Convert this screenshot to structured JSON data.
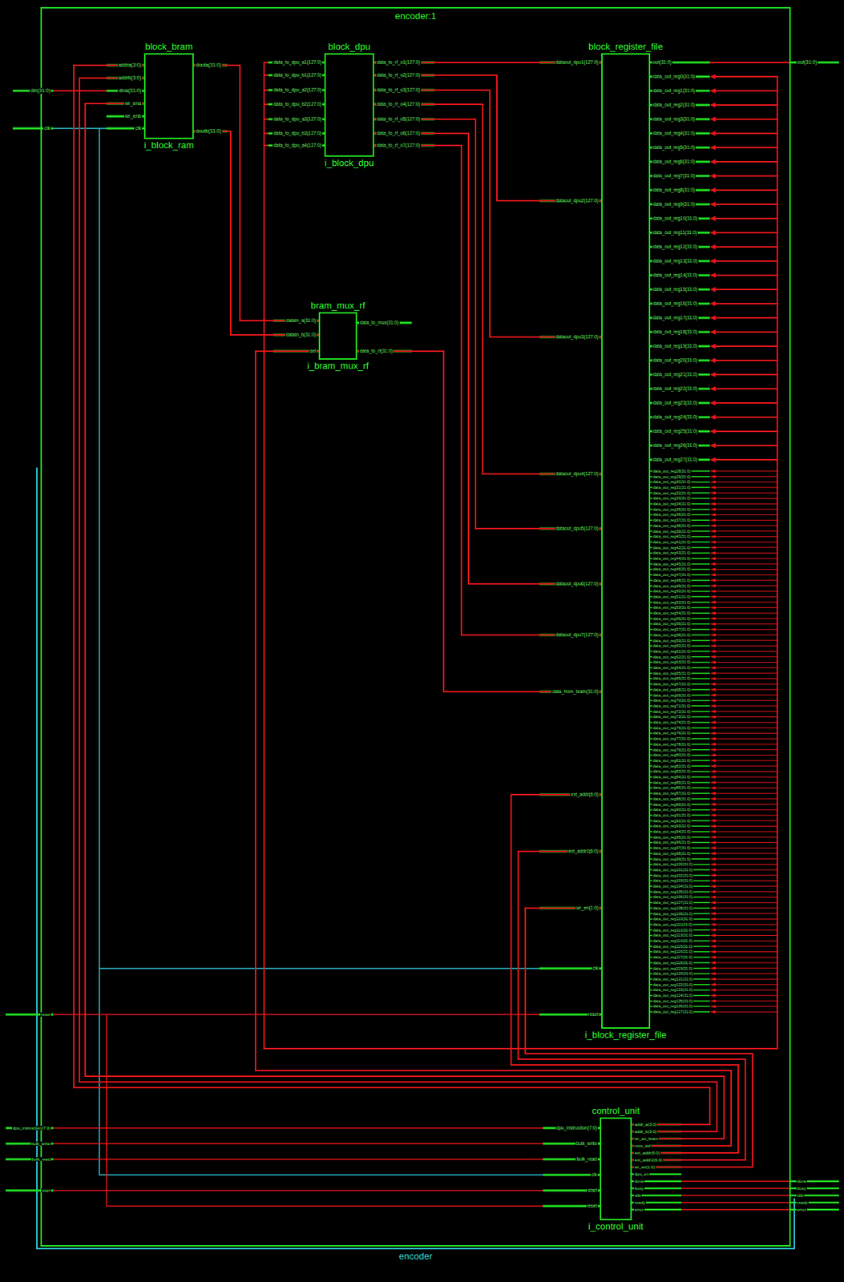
{
  "diagram": {
    "nodes": [
      {
        "text": [
          "encoder:1",
          "encoder"
        ]
      },
      {
        "text": [
          "block_bram",
          "i_block_ram"
        ],
        "in": 0
      },
      {
        "text": [
          "block_dpu",
          "i_block_dpu"
        ],
        "in": 0
      },
      {
        "text": [
          "block_register_file",
          "i_block_register_file"
        ],
        "in": 0
      },
      {
        "text": [
          "bram_mux_rf",
          "i_bram_mux_rf"
        ],
        "in": 0
      },
      {
        "text": [
          "control_unit",
          "i_control_unit"
        ],
        "in": 0
      }
    ],
    "edges": [
      {
        "from": 1,
        "to": 4,
        "arrow": "none"
      },
      {
        "from": 1,
        "to": 4,
        "arrow": "none"
      },
      {
        "from": 4,
        "to": 3,
        "arrow": "none"
      },
      {
        "from": 2,
        "to": 3,
        "arrow": "none"
      },
      {
        "from": 2,
        "to": 3,
        "arrow": "none"
      },
      {
        "from": 2,
        "to": 3,
        "arrow": "none"
      },
      {
        "from": 2,
        "to": 3,
        "arrow": "none"
      },
      {
        "from": 2,
        "to": 3,
        "arrow": "none"
      },
      {
        "from": 2,
        "to": 3,
        "arrow": "none"
      },
      {
        "from": 2,
        "to": 3,
        "arrow": "none"
      },
      {
        "from": 5,
        "to": 1,
        "arrow": "none"
      },
      {
        "from": 5,
        "to": 1,
        "arrow": "none"
      },
      {
        "from": 5,
        "to": 1,
        "arrow": "none"
      },
      {
        "from": 5,
        "to": 4,
        "arrow": "none"
      },
      {
        "from": 5,
        "to": 3,
        "arrow": "none"
      },
      {
        "from": 5,
        "to": 3,
        "arrow": "none"
      },
      {
        "from": 5,
        "to": 3,
        "arrow": "none"
      }
    ],
    "labels": [
      "din(31:0)",
      "clk",
      "addra(3:0)",
      "addrb(3:0)",
      "dina(31:0)",
      "wr_ena",
      "wr_enb",
      "clk",
      "douta(31:0)",
      "doutb(31:0)",
      "data_to_dpu_a1(127:0)",
      "data_to_dpu_b1(127:0)",
      "data_to_dpu_a2(127:0)",
      "data_to_dpu_b2(127:0)",
      "data_to_dpu_a3(127:0)",
      "data_to_dpu_b3(127:0)",
      "data_to_dpu_a4(127:0)",
      "data_to_rf_o1(127:0)",
      "data_to_rf_o2(127:0)",
      "data_to_rf_o3(127:0)",
      "data_to_rf_o4(127:0)",
      "data_to_rf_o5(127:0)",
      "data_to_rf_o6(127:0)",
      "data_to_rf_o7(127:0)",
      "datain_a(31:0)",
      "datain_b(31:0)",
      "sel",
      "data_to_mux(31:0)",
      "data_to_rf(31:0)",
      "dataout_dpu1(127:0)",
      "dataout_dpu2(127:0)",
      "dataout_dpu3(127:0)",
      "dataout_dpu4(127:0)",
      "dataout_dpu5(127:0)",
      "dataout_dpu6(127:0)",
      "dataout_dpu7(127:0)",
      "data_from_bram(31:0)",
      "ext_addr(6:0)",
      "ext_addr2(6:0)",
      "wr_en(1:0)",
      "clk",
      "reset",
      "out(31:0)",
      "data_out_reg0(31:0)",
      "data_out_reg1(31:0)",
      "data_out_reg2(31:0)",
      "data_out_reg3(31:0)",
      "data_out_reg4(31:0)",
      "data_out_reg5(31:0)",
      "data_out_reg6(31:0)",
      "data_out_reg7(31:0)",
      "data_out_reg8(31:0)",
      "data_out_reg9(31:0)",
      "data_out_reg10(31:0)",
      "data_out_reg11(31:0)",
      "data_out_reg12(31:0)",
      "data_out_reg13(31:0)",
      "data_out_reg14(31:0)",
      "data_out_reg15(31:0)",
      "data_out_reg16(31:0)",
      "data_out_reg17(31:0)",
      "data_out_reg18(31:0)",
      "data_out_reg19(31:0)",
      "data_out_reg20(31:0)",
      "data_out_reg21(31:0)",
      "data_out_reg22(31:0)",
      "data_out_reg23(31:0)",
      "data_out_reg24(31:0)",
      "data_out_reg25(31:0)",
      "data_out_reg26(31:0)",
      "data_out_reg27(31:0)",
      "data_out_reg28(31:0)",
      "data_out_reg29(31:0)",
      "data_out_reg30(31:0)",
      "data_out_reg31(31:0)",
      "data_out_reg32(31:0)",
      "data_out_reg33(31:0)",
      "data_out_reg34(31:0)",
      "data_out_reg35(31:0)",
      "data_out_reg36(31:0)",
      "data_out_reg37(31:0)",
      "data_out_reg38(31:0)",
      "data_out_reg39(31:0)",
      "data_out_reg40(31:0)",
      "data_out_reg41(31:0)",
      "data_out_reg42(31:0)",
      "data_out_reg43(31:0)",
      "data_out_reg44(31:0)",
      "data_out_reg45(31:0)",
      "data_out_reg46(31:0)",
      "data_out_reg47(31:0)",
      "data_out_reg48(31:0)",
      "data_out_reg49(31:0)",
      "data_out_reg50(31:0)",
      "data_out_reg51(31:0)",
      "data_out_reg52(31:0)",
      "data_out_reg53(31:0)",
      "data_out_reg54(31:0)",
      "data_out_reg55(31:0)",
      "data_out_reg56(31:0)",
      "data_out_reg57(31:0)",
      "data_out_reg58(31:0)",
      "data_out_reg59(31:0)",
      "data_out_reg60(31:0)",
      "data_out_reg61(31:0)",
      "data_out_reg62(31:0)",
      "data_out_reg63(31:0)",
      "data_out_reg64(31:0)",
      "data_out_reg65(31:0)",
      "data_out_reg66(31:0)",
      "data_out_reg67(31:0)",
      "data_out_reg68(31:0)",
      "data_out_reg69(31:0)",
      "data_out_reg70(31:0)",
      "data_out_reg71(31:0)",
      "data_out_reg72(31:0)",
      "data_out_reg73(31:0)",
      "data_out_reg74(31:0)",
      "data_out_reg75(31:0)",
      "data_out_reg76(31:0)",
      "data_out_reg77(31:0)",
      "data_out_reg78(31:0)",
      "data_out_reg79(31:0)",
      "data_out_reg80(31:0)",
      "data_out_reg81(31:0)",
      "data_out_reg82(31:0)",
      "data_out_reg83(31:0)",
      "data_out_reg84(31:0)",
      "data_out_reg85(31:0)",
      "data_out_reg86(31:0)",
      "data_out_reg87(31:0)",
      "data_out_reg88(31:0)",
      "data_out_reg89(31:0)",
      "data_out_reg90(31:0)",
      "data_out_reg91(31:0)",
      "data_out_reg92(31:0)",
      "data_out_reg93(31:0)",
      "data_out_reg94(31:0)",
      "data_out_reg95(31:0)",
      "data_out_reg96(31:0)",
      "data_out_reg97(31:0)",
      "data_out_reg98(31:0)",
      "data_out_reg99(31:0)",
      "data_out_reg100(31:0)",
      "data_out_reg101(31:0)",
      "data_out_reg102(31:0)",
      "data_out_reg103(31:0)",
      "data_out_reg104(31:0)",
      "data_out_reg105(31:0)",
      "data_out_reg106(31:0)",
      "data_out_reg107(31:0)",
      "data_out_reg108(31:0)",
      "data_out_reg109(31:0)",
      "data_out_reg110(31:0)",
      "data_out_reg111(31:0)",
      "data_out_reg112(31:0)",
      "data_out_reg113(31:0)",
      "data_out_reg114(31:0)",
      "data_out_reg115(31:0)",
      "data_out_reg116(31:0)",
      "data_out_reg117(31:0)",
      "data_out_reg118(31:0)",
      "data_out_reg119(31:0)",
      "data_out_reg120(31:0)",
      "data_out_reg121(31:0)",
      "data_out_reg122(31:0)",
      "data_out_reg123(31:0)",
      "data_out_reg124(31:0)",
      "data_out_reg125(31:0)",
      "data_out_reg126(31:0)",
      "data_out_reg127(31:0)",
      "out(31:0)",
      "dpu_instruction(7:0)",
      "bulk_write",
      "bulk_read",
      "clk",
      "start",
      "reset",
      "addr_a(3:0)",
      "addr_b(3:0)",
      "wr_en_bram",
      "mux_sel",
      "ext_addr(6:0)",
      "ext_addr2(6:0)",
      "wr_en(1:0)",
      "dpu_en",
      "done",
      "busy",
      "idle",
      "ready",
      "error",
      "reset",
      "dpu_instruction(7:0)",
      "bulk_write",
      "bulk_read",
      "start",
      "done",
      "busy",
      "idle",
      "ready",
      "error"
    ]
  }
}
